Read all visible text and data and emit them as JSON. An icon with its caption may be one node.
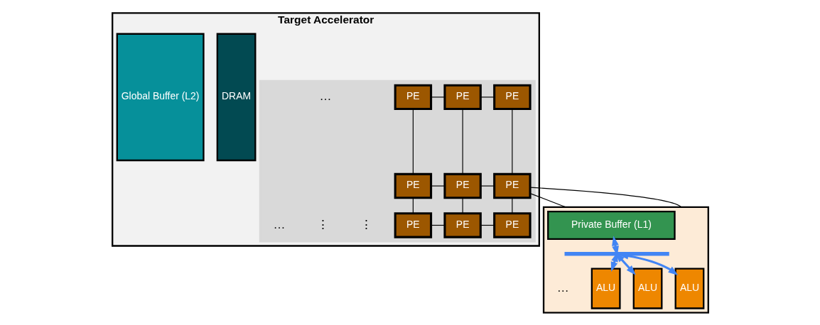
{
  "diagram": {
    "nodes": [
      {
        "text": [
          "Target Accelerator"
        ]
      },
      {
        "text": [
          "DRAM"
        ],
        "in": 0
      },
      {
        "text": [
          "Global Buffer (L2)"
        ],
        "in": 0
      },
      {
        "text": [],
        "shape": "box",
        "in": 0
      },
      {
        "text": [
          "PE"
        ],
        "in": 3
      },
      {
        "text": [
          "PE"
        ],
        "in": 3
      },
      {
        "text": [
          "PE"
        ],
        "in": 3
      },
      {
        "text": [
          "PE"
        ],
        "in": 3
      },
      {
        "text": [
          "PE"
        ],
        "in": 3
      },
      {
        "text": [
          "PE"
        ],
        "in": 3
      },
      {
        "text": [
          "PE"
        ],
        "in": 3
      },
      {
        "text": [
          "PE"
        ],
        "in": 3
      },
      {
        "text": [
          "PE"
        ],
        "in": 3
      },
      {
        "text": [],
        "shape": "box"
      },
      {
        "text": [
          "Private Buffer (L1)"
        ],
        "in": 13
      },
      {
        "text": [],
        "shape": "bar",
        "in": 13
      },
      {
        "text": [
          "ALU"
        ],
        "in": 13
      },
      {
        "text": [
          "ALU"
        ],
        "in": 13
      },
      {
        "text": [
          "ALU"
        ],
        "in": 13
      }
    ],
    "edges": [
      {
        "from": 4,
        "to": 5,
        "arrow": "none"
      },
      {
        "from": 5,
        "to": 6,
        "arrow": "none"
      },
      {
        "from": 7,
        "to": 8,
        "arrow": "none"
      },
      {
        "from": 8,
        "to": 9,
        "arrow": "none"
      },
      {
        "from": 10,
        "to": 11,
        "arrow": "none"
      },
      {
        "from": 11,
        "to": 12,
        "arrow": "none"
      },
      {
        "from": 4,
        "to": 7,
        "arrow": "none"
      },
      {
        "from": 5,
        "to": 8,
        "arrow": "none"
      },
      {
        "from": 6,
        "to": 9,
        "arrow": "none"
      },
      {
        "from": 7,
        "to": 10,
        "arrow": "none"
      },
      {
        "from": 8,
        "to": 11,
        "arrow": "none"
      },
      {
        "from": 9,
        "to": 12,
        "arrow": "none"
      },
      {
        "from": 9,
        "to": 13,
        "arrow": "none"
      },
      {
        "from": 9,
        "to": 13,
        "arrow": "none"
      },
      {
        "from": 14,
        "to": 15,
        "arrow": "both",
        "style": "thick",
        "color": "#4285f4"
      },
      {
        "from": 15,
        "to": 16,
        "arrow": "both",
        "style": "thick",
        "color": "#4285f4"
      },
      {
        "from": 15,
        "to": 17,
        "arrow": "both",
        "style": "thick",
        "color": "#4285f4"
      },
      {
        "from": 15,
        "to": 18,
        "arrow": "both",
        "style": "thick",
        "color": "#4285f4"
      }
    ],
    "labels": [
      "…",
      "⋮",
      "⋮",
      "…",
      "…"
    ]
  }
}
